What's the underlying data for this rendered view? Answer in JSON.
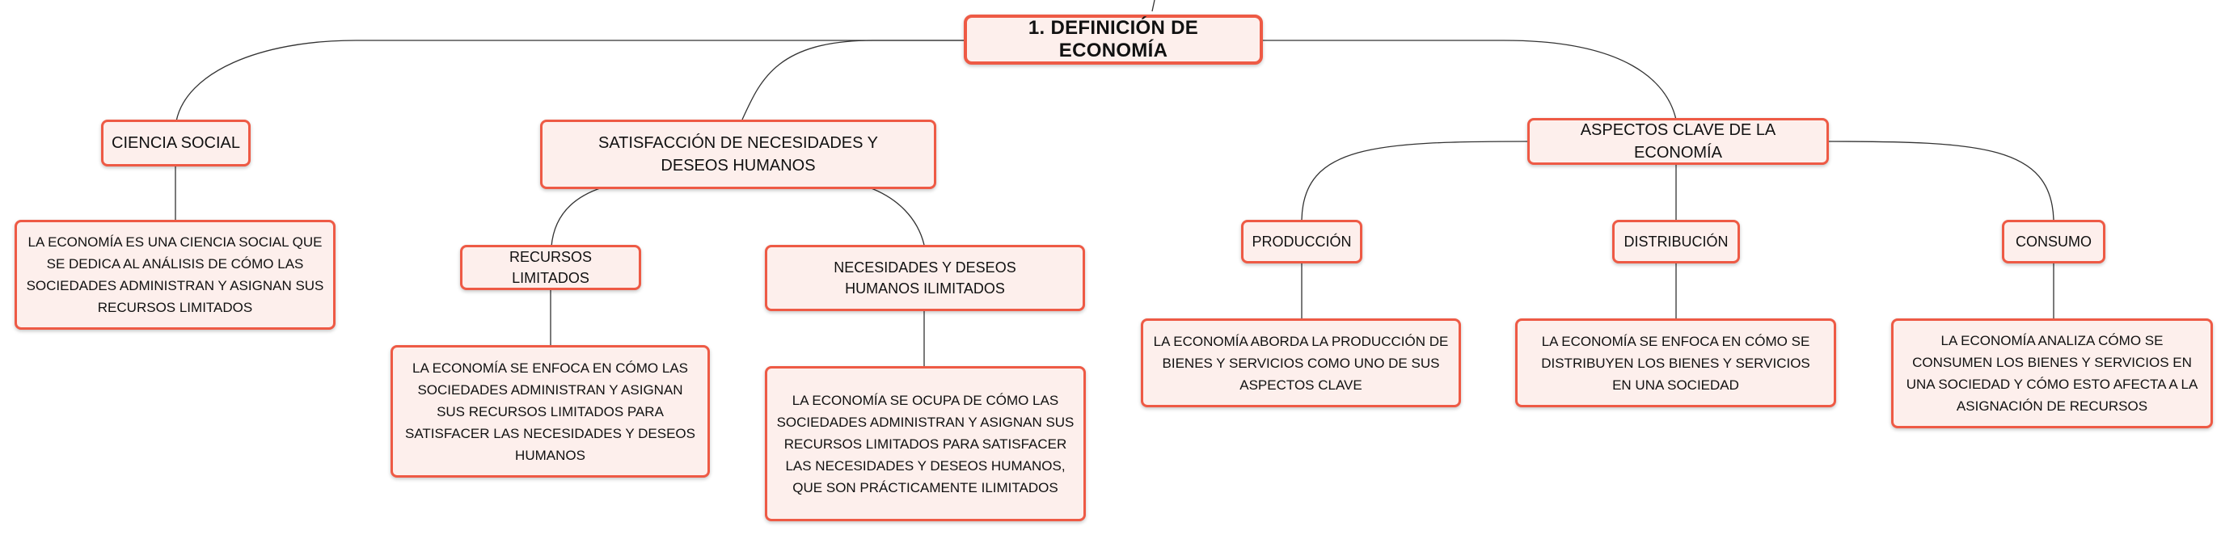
{
  "colors": {
    "node_fill": "#fdefec",
    "node_border": "#ee5a45",
    "connector": "#333333"
  },
  "root": {
    "label": "1. DEFINICIÓN DE ECONOMÍA"
  },
  "ciencia_social": {
    "label": "CIENCIA SOCIAL",
    "description": "LA ECONOMÍA ES UNA CIENCIA SOCIAL QUE SE DEDICA AL ANÁLISIS DE CÓMO LAS SOCIEDADES ADMINISTRAN Y ASIGNAN SUS RECURSOS LIMITADOS"
  },
  "satisfaccion": {
    "label": "SATISFACCIÓN DE NECESIDADES Y DESEOS HUMANOS",
    "recursos_limitados": {
      "label": "RECURSOS LIMITADOS",
      "description": "LA ECONOMÍA SE ENFOCA EN CÓMO LAS SOCIEDADES ADMINISTRAN Y ASIGNAN SUS RECURSOS LIMITADOS PARA SATISFACER LAS NECESIDADES Y DESEOS HUMANOS"
    },
    "necesidades_ilimitadas": {
      "label": "NECESIDADES Y DESEOS HUMANOS ILIMITADOS",
      "description": "LA ECONOMÍA SE OCUPA DE CÓMO LAS SOCIEDADES ADMINISTRAN Y ASIGNAN SUS RECURSOS LIMITADOS PARA SATISFACER LAS NECESIDADES Y DESEOS HUMANOS, QUE SON PRÁCTICAMENTE ILIMITADOS"
    }
  },
  "aspectos": {
    "label": "ASPECTOS CLAVE DE LA ECONOMÍA",
    "produccion": {
      "label": "PRODUCCIÓN",
      "description": "LA ECONOMÍA ABORDA LA PRODUCCIÓN DE BIENES Y SERVICIOS COMO UNO DE SUS ASPECTOS CLAVE"
    },
    "distribucion": {
      "label": "DISTRIBUCIÓN",
      "description": "LA ECONOMÍA SE ENFOCA EN CÓMO SE DISTRIBUYEN LOS BIENES Y SERVICIOS EN UNA SOCIEDAD"
    },
    "consumo": {
      "label": "CONSUMO",
      "description": "LA ECONOMÍA ANALIZA CÓMO SE CONSUMEN LOS BIENES Y SERVICIOS EN UNA SOCIEDAD Y CÓMO ESTO AFECTA A LA ASIGNACIÓN DE RECURSOS"
    }
  }
}
